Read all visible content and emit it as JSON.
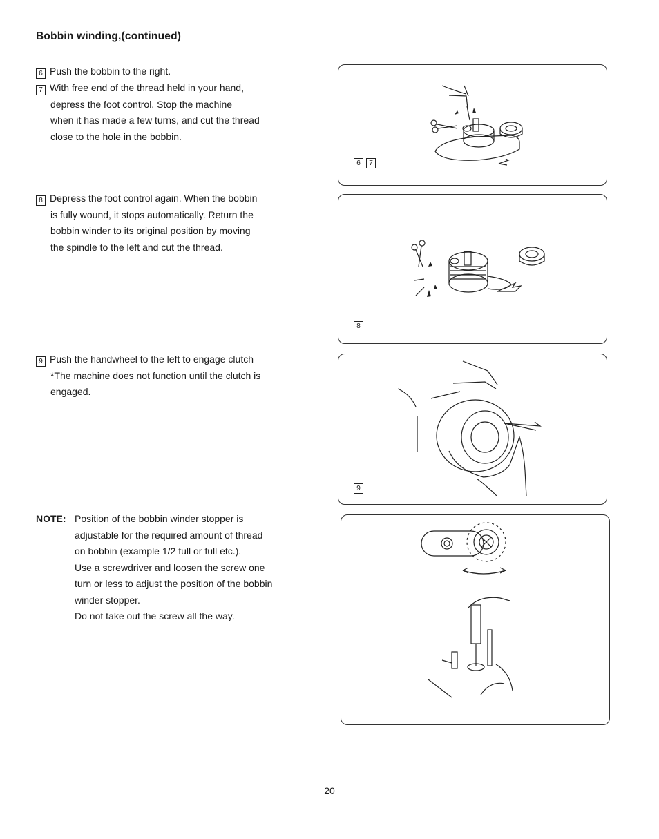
{
  "heading": "Bobbin winding,(continued)",
  "steps": [
    {
      "num": "6",
      "lines": [
        "Push the bobbin to the right."
      ]
    },
    {
      "num": "7",
      "lines": [
        "With free end of the thread held in your hand,",
        "depress the foot control. Stop the machine",
        "when it has made a few turns, and cut the thread",
        "close to the hole in the bobbin."
      ]
    },
    {
      "num": "8",
      "lines": [
        "Depress the foot control again. When the bobbin",
        "is fully wound, it stops automatically. Return the",
        "bobbin winder to its original position by moving",
        "the spindle to the left and cut the thread."
      ]
    },
    {
      "num": "9",
      "lines": [
        "Push the handwheel to the left to engage clutch",
        "*The machine does not function until the clutch is",
        "engaged."
      ]
    }
  ],
  "note": {
    "label": "NOTE:",
    "lines": [
      "Position of the bobbin winder stopper is",
      "adjustable for the required amount of thread",
      "on bobbin (example 1/2 full or full etc.).",
      "Use a screwdriver and loosen the screw one",
      "turn or less to adjust the position of the bobbin",
      "winder stopper.",
      "Do not take out the screw all the way."
    ]
  },
  "panels": [
    {
      "labels": [
        "6",
        "7"
      ]
    },
    {
      "labels": [
        "8"
      ]
    },
    {
      "labels": [
        "9"
      ]
    },
    {
      "labels": []
    }
  ],
  "page_number": "20"
}
